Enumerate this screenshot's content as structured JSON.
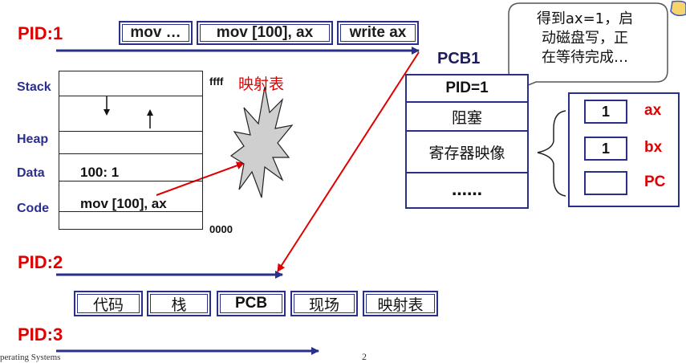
{
  "pids": {
    "p1": "PID:1",
    "p2": "PID:2",
    "p3": "PID:3"
  },
  "instructions": [
    "mov …",
    "mov [100], ax",
    "write ax"
  ],
  "memory": {
    "segment_labels": {
      "stack": "Stack",
      "heap": "Heap",
      "data": "Data",
      "code": "Code"
    },
    "data_content": "100:  1",
    "code_content": "mov [100], ax",
    "addr_top": "ffff",
    "addr_bottom": "0000",
    "mapping_table_label": "映射表"
  },
  "pcb": {
    "title": "PCB1",
    "rows": [
      "PID=1",
      "阻塞",
      "寄存器映像",
      "……"
    ]
  },
  "registers": [
    {
      "value": "1",
      "name": "ax"
    },
    {
      "value": "1",
      "name": "bx"
    },
    {
      "value": "",
      "name": "PC"
    }
  ],
  "callout": {
    "lines": [
      "得到ax=1，启",
      "动磁盘写，正",
      "在等待完成…"
    ]
  },
  "bottom_boxes": [
    "代码",
    "栈",
    "PCB",
    "现场",
    "映射表"
  ],
  "footer": {
    "course": "perating Systems",
    "page": "2"
  },
  "colors": {
    "arrow_blue": "#2a2f8c",
    "red": "#e00000",
    "callout_border": "#555555"
  },
  "icons": [
    "down-arrow-icon",
    "up-arrow-icon",
    "explosion-shape-icon",
    "curly-brace-icon"
  ]
}
